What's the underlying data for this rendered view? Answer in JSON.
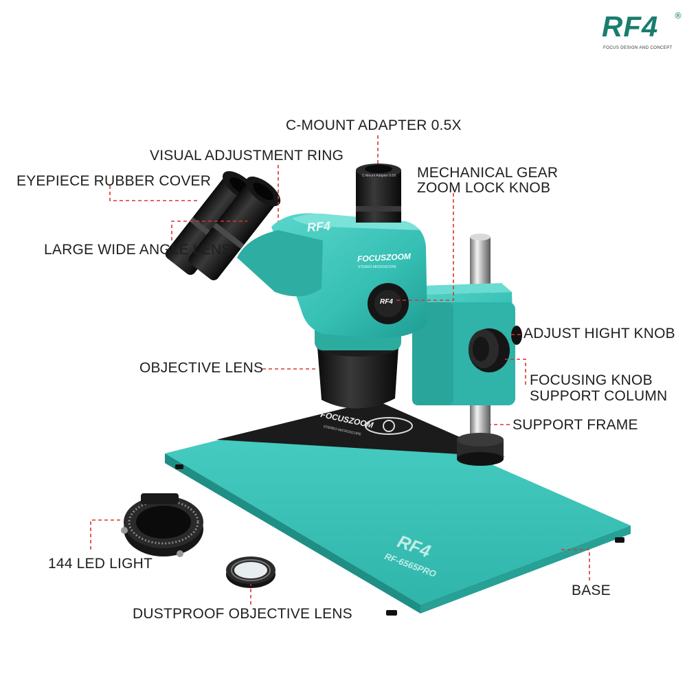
{
  "logo": {
    "brand": "RF4",
    "registered": "®",
    "tagline": "FOCUS DESIGN AND CONCEPT"
  },
  "labels": {
    "c_mount_adapter": "C-MOUNT ADAPTER 0.5X",
    "visual_adjustment_ring": "VISUAL ADJUSTMENT RING",
    "eyepiece_rubber_cover": "EYEPIECE RUBBER COVER",
    "mechanical_gear_line1": "MECHANICAL GEAR",
    "mechanical_gear_line2": "ZOOM LOCK KNOB",
    "large_wide_angle_lens": "LARGE WIDE ANGLE LENS",
    "adjust_hight_knob": "ADJUST HIGHT KNOB",
    "objective_lens": "OBJECTIVE LENS",
    "focusing_knob": "FOCUSING KNOB",
    "support_column": "SUPPORT COLUMN",
    "support_frame": "SUPPORT FRAME",
    "led_light": "144 LED LIGHT",
    "base": "BASE",
    "dustproof_objective_lens": "DUSTPROOF OBJECTIVE LENS"
  },
  "product_print": {
    "head_brand": "RF4",
    "head_series": "FOCUSZOOM",
    "head_subtitle": "STEREO MICROSCOPE",
    "knob_brand": "RF4",
    "mat_series": "FOCUSZOOM",
    "mat_subtitle": "STEREO MICROSCOPE",
    "base_brand": "RF4",
    "base_model": "RF-6565PRO",
    "adapter_text": "C-Mount Adapter 0.5X"
  },
  "colors": {
    "body_teal": "#3cc6bb",
    "body_teal_dark": "#23968e",
    "logo_green": "#1a7d6e",
    "leader_red": "#d9352e",
    "label_text": "#1e1e1e"
  }
}
